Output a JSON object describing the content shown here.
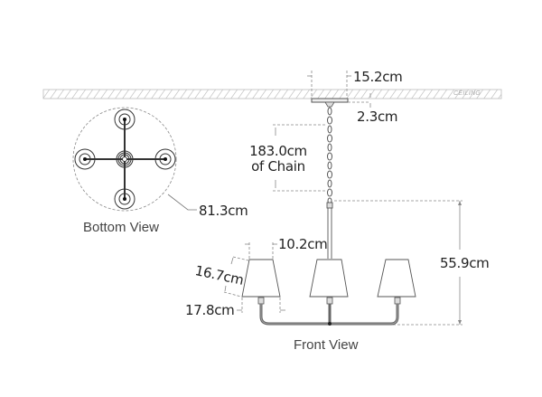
{
  "diagram": {
    "ceiling_label": "CEILING",
    "views": {
      "bottom": "Bottom View",
      "front": "Front View"
    },
    "dimensions": {
      "canopy_width": "15.2cm",
      "canopy_height": "2.3cm",
      "chain_length_value": "183.0cm",
      "chain_length_suffix": "of Chain",
      "bottom_diameter": "81.3cm",
      "shade_top_width": "10.2cm",
      "shade_slant_height": "16.7cm",
      "shade_bottom_width": "17.8cm",
      "fixture_height": "55.9cm"
    },
    "colors": {
      "line": "#555555",
      "dim_line": "#999999",
      "hatch": "#bbbbbb",
      "text": "#222222"
    }
  }
}
